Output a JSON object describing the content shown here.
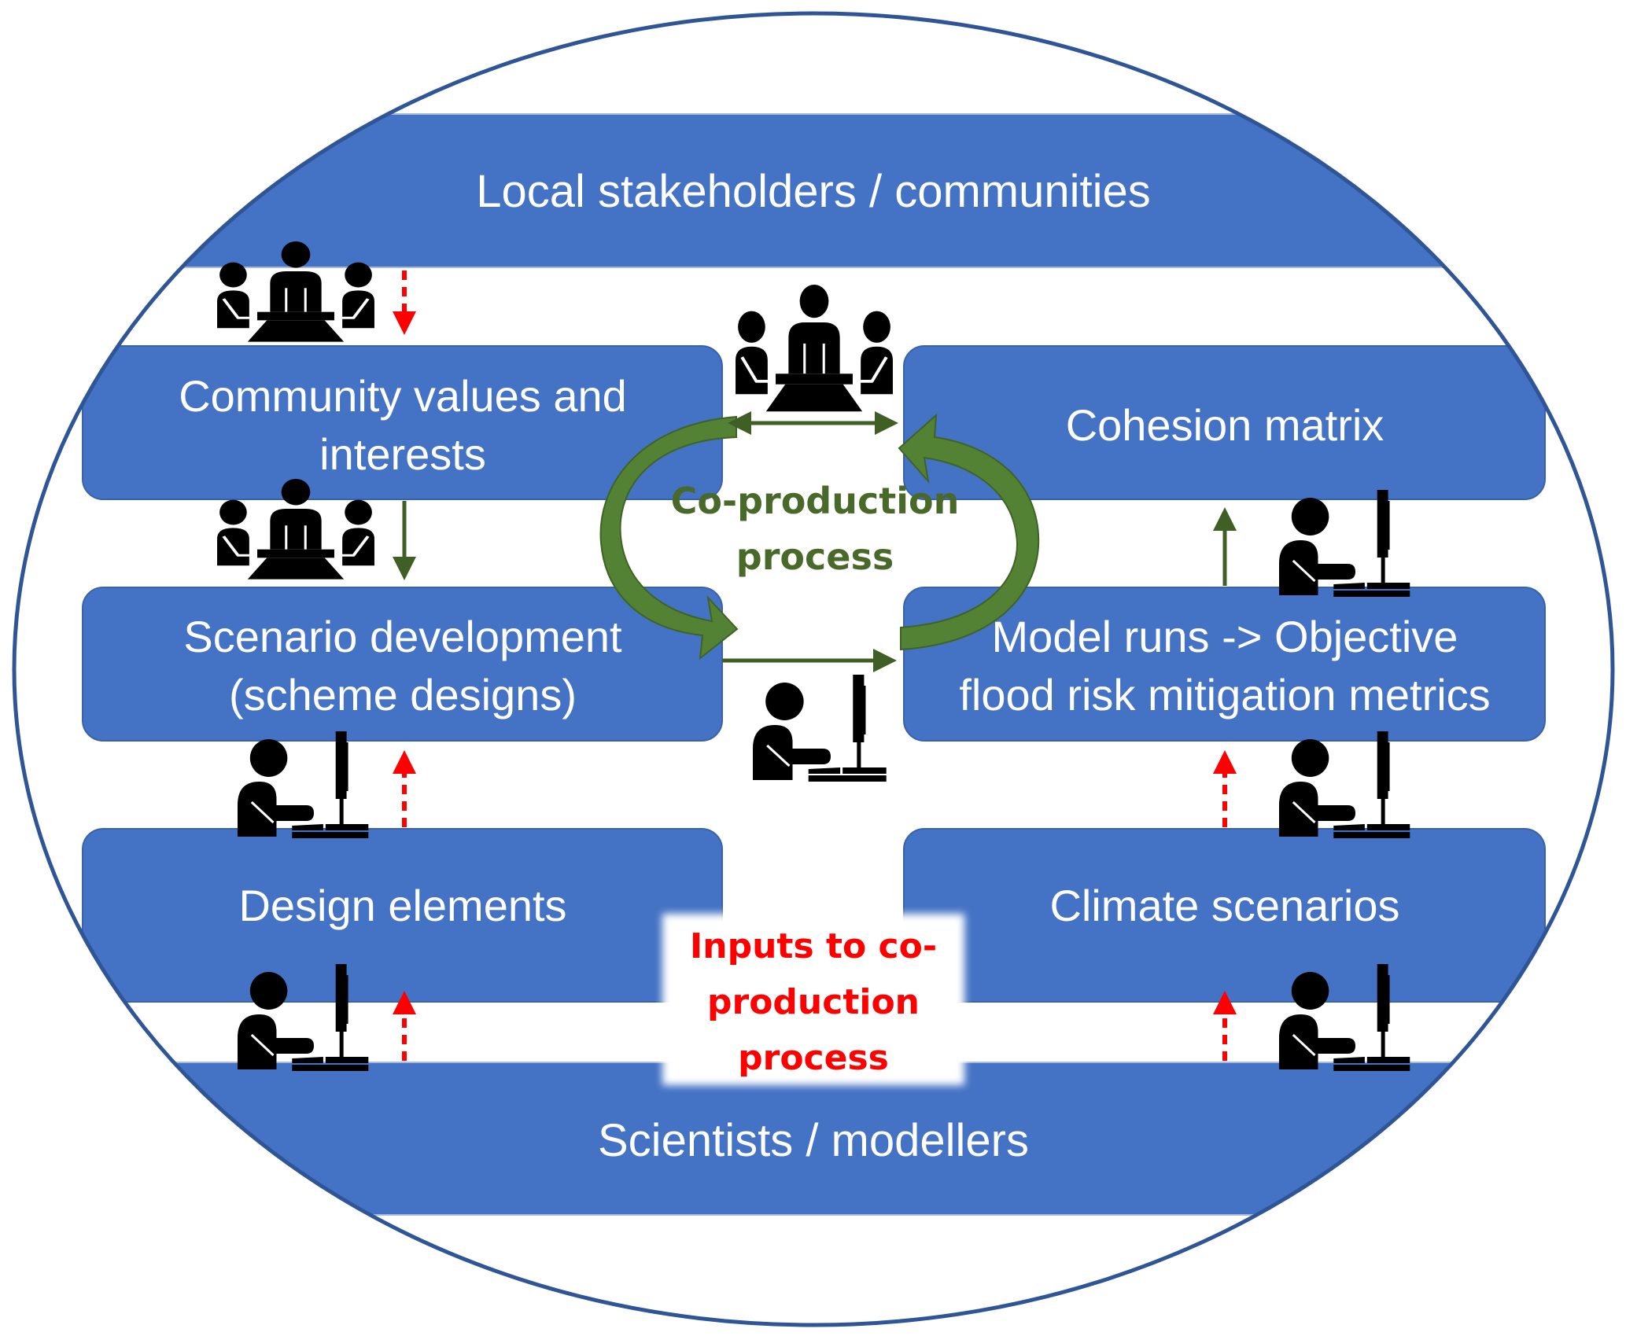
{
  "diagram": {
    "bands": {
      "top": "Local stakeholders / communities",
      "bottom": "Scientists / modellers"
    },
    "boxes": {
      "community": [
        "Community values and",
        "interests"
      ],
      "cohesion": [
        "Cohesion matrix"
      ],
      "scenario": [
        "Scenario development",
        "(scheme designs)"
      ],
      "model": [
        "Model runs -> Objective",
        "flood risk mitigation metrics"
      ],
      "design": [
        "Design elements"
      ],
      "climate": [
        "Climate scenarios"
      ]
    },
    "center_label": [
      "Co-production",
      "process"
    ],
    "inputs_label": [
      "Inputs to co-",
      "production",
      "process"
    ],
    "icons": {
      "meeting": "meeting-group-icon",
      "desktop": "desktop-worker-icon"
    },
    "colors": {
      "box_fill": "#4472c4",
      "ellipse_stroke": "#2f5597",
      "process_green": "#48692a",
      "cycle_green": "#548235",
      "input_red": "#ff0000",
      "icon": "#000000"
    }
  }
}
